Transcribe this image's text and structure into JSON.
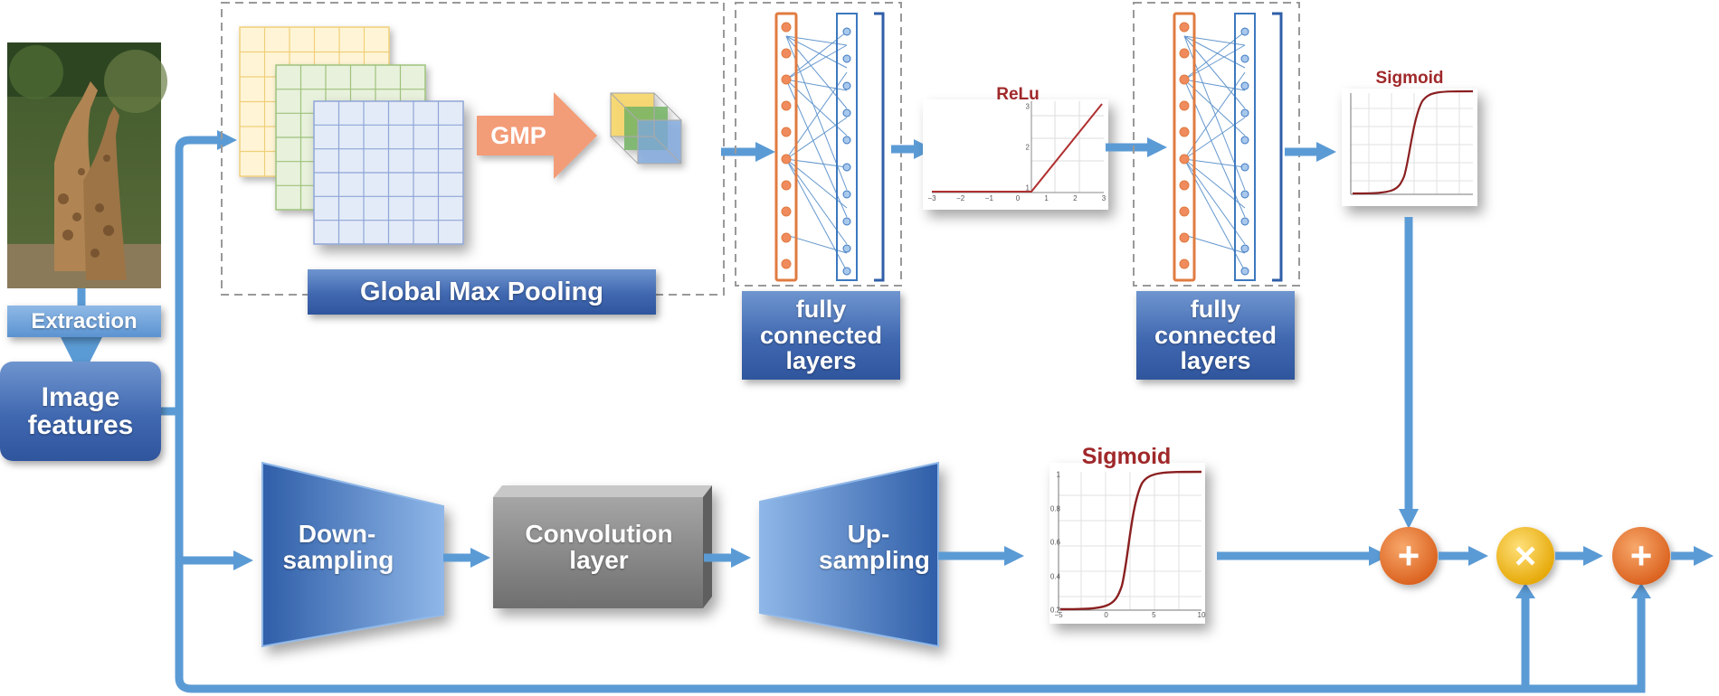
{
  "labels": {
    "extraction": "Extraction",
    "image_features": "Image features",
    "gmp": "GMP",
    "global_max_pooling": "Global Max Pooling",
    "fc1": "fully connected layers",
    "fc2": "fully connected layers",
    "relu_title": "ReLu",
    "sigmoid_top_title": "Sigmoid",
    "sigmoid_bottom_title": "Sigmoid",
    "down_sampling": "Down-sampling",
    "convolution_layer": "Convolution layer",
    "up_sampling": "Up-sampling"
  },
  "operators": {
    "add_1": "+",
    "multiply": "×",
    "add_2": "+"
  },
  "relu_chart": {
    "x_ticks": [
      "−3",
      "−2",
      "−1",
      "0",
      "1",
      "2",
      "3"
    ],
    "y_ticks": [
      "1",
      "2",
      "3"
    ]
  },
  "sigmoid_chart": {
    "x_ticks": [
      "−5",
      "0",
      "5",
      "10"
    ],
    "y_ticks": [
      "0.2",
      "0.4",
      "0.6",
      "0.8",
      "1"
    ]
  },
  "colors": {
    "arrow_blue": "#5b9bd5",
    "box_blue": "#3f67ae",
    "neuron_orange": "#e87b48",
    "gmp_arrow": "#f4a07f",
    "curve_red": "#a0282a",
    "add_orange": "#e6702a",
    "multiply_yellow": "#f2b705"
  },
  "icons": {
    "image": "giraffe-photo",
    "gmp_cube": "pooled-feature-cube"
  }
}
